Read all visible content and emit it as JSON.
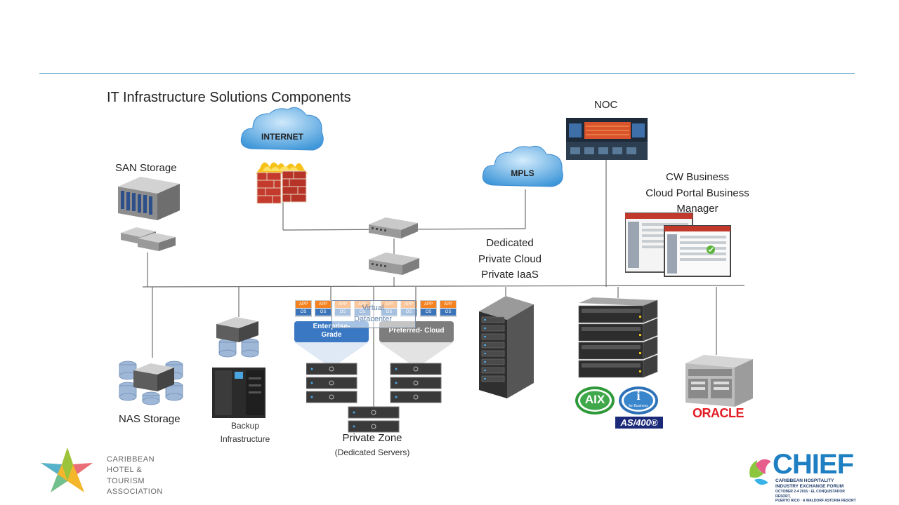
{
  "title": "IT Infrastructure Solutions Components",
  "clouds": {
    "internet": "INTERNET",
    "mpls": "MPLS"
  },
  "labels": {
    "san": "SAN Storage",
    "nas": "NAS Storage",
    "noc": "NOC",
    "cw_line1": "CW Business",
    "cw_line2": "Cloud Portal Business",
    "cw_line3": "Manager",
    "dedicated_line1": "Dedicated",
    "dedicated_line2": "Private Cloud",
    "dedicated_line3": "Private IaaS",
    "backup_line1": "Backup",
    "backup_line2": "Infrastructure",
    "private_zone": "Private Zone",
    "private_zone_sub": "(Dedicated Servers)"
  },
  "virtual_datacenter": {
    "line1": "Virtual",
    "line2": "Datacenter"
  },
  "chips": {
    "app": "APP",
    "os": "OS"
  },
  "pills": {
    "enterprise_line1": "Enterprise-",
    "enterprise_line2": "Grade",
    "preferred": "Preferred- Cloud"
  },
  "badges": {
    "aix": "AIX",
    "ibm_i": "i",
    "ibm_i_sub": "for Business",
    "as400": "AS/400®",
    "oracle": "ORACLE"
  },
  "logos": {
    "chta_line1": "CARIBBEAN",
    "chta_line2": "HOTEL & TOURISM",
    "chta_line3": "ASSOCIATION",
    "chief": "CHIEF",
    "chief_sub1": "CARIBBEAN HOSPITALITY",
    "chief_sub2": "INDUSTRY EXCHANGE FORUM",
    "chief_sub3": "OCTOBER 2-4 2016 · EL CONQUISTADOR RESORT,",
    "chief_sub4": "PUERTO RICO · A WALDORF ASTORIA RESORT"
  },
  "colors": {
    "accent_rule": "#5ba3c9",
    "cloud": "#4fa3e0",
    "pill_blue": "#3b78c3",
    "pill_gray": "#7d7d7d",
    "vdc_text": "#5a7fae"
  }
}
